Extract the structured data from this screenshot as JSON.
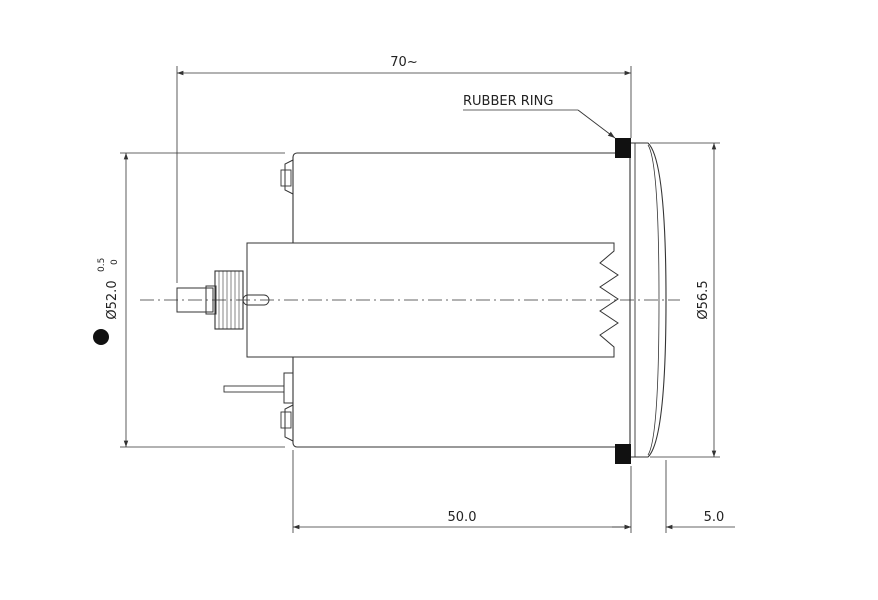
{
  "diagram": {
    "labels": {
      "overall_length": "70~",
      "rubber_ring": "RUBBER RING",
      "body_length": "50.0",
      "bezel_depth": "5.0",
      "bezel_diameter": "Ø56.5",
      "cutout_diameter": "Ø52.0",
      "cutout_tol_upper": "0.5",
      "cutout_tol_lower": "0"
    },
    "colors": {
      "line": "#333333",
      "ring": "#111111",
      "text": "#222222"
    }
  }
}
